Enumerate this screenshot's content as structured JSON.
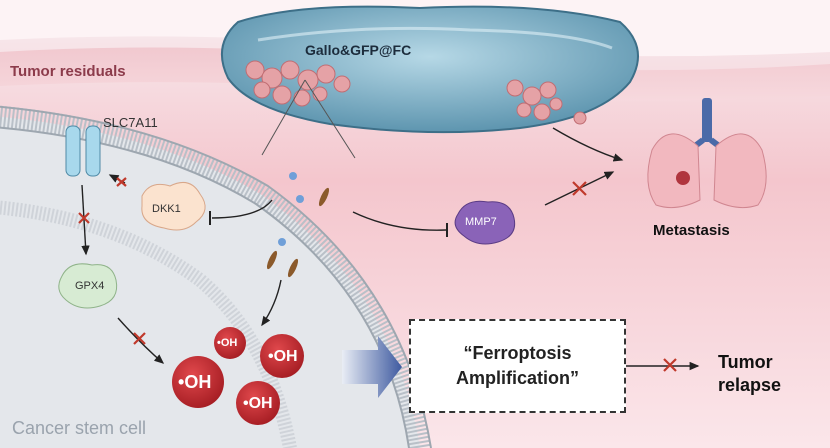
{
  "labels": {
    "gel": "Gallo&GFP@FC",
    "tumor_residuals": "Tumor residuals",
    "slc7a11": "SLC7A11",
    "dkk1": "DKK1",
    "gpx4": "GPX4",
    "mmp7": "MMP7",
    "metastasis": "Metastasis",
    "cancer_stem_cell": "Cancer stem cell",
    "ferroptosis": "“Ferroptosis\nAmplification”",
    "tumor_relapse": "Tumor\nrelapse"
  },
  "radicals": [
    "OH",
    "OH",
    "OH",
    "OH"
  ],
  "colors": {
    "tissue": "#f6c9cf",
    "gel": "#7fb2c8",
    "cell": "#e3e6ea",
    "radical": "#c8282c",
    "inhibit_mark": "#c0392b"
  }
}
